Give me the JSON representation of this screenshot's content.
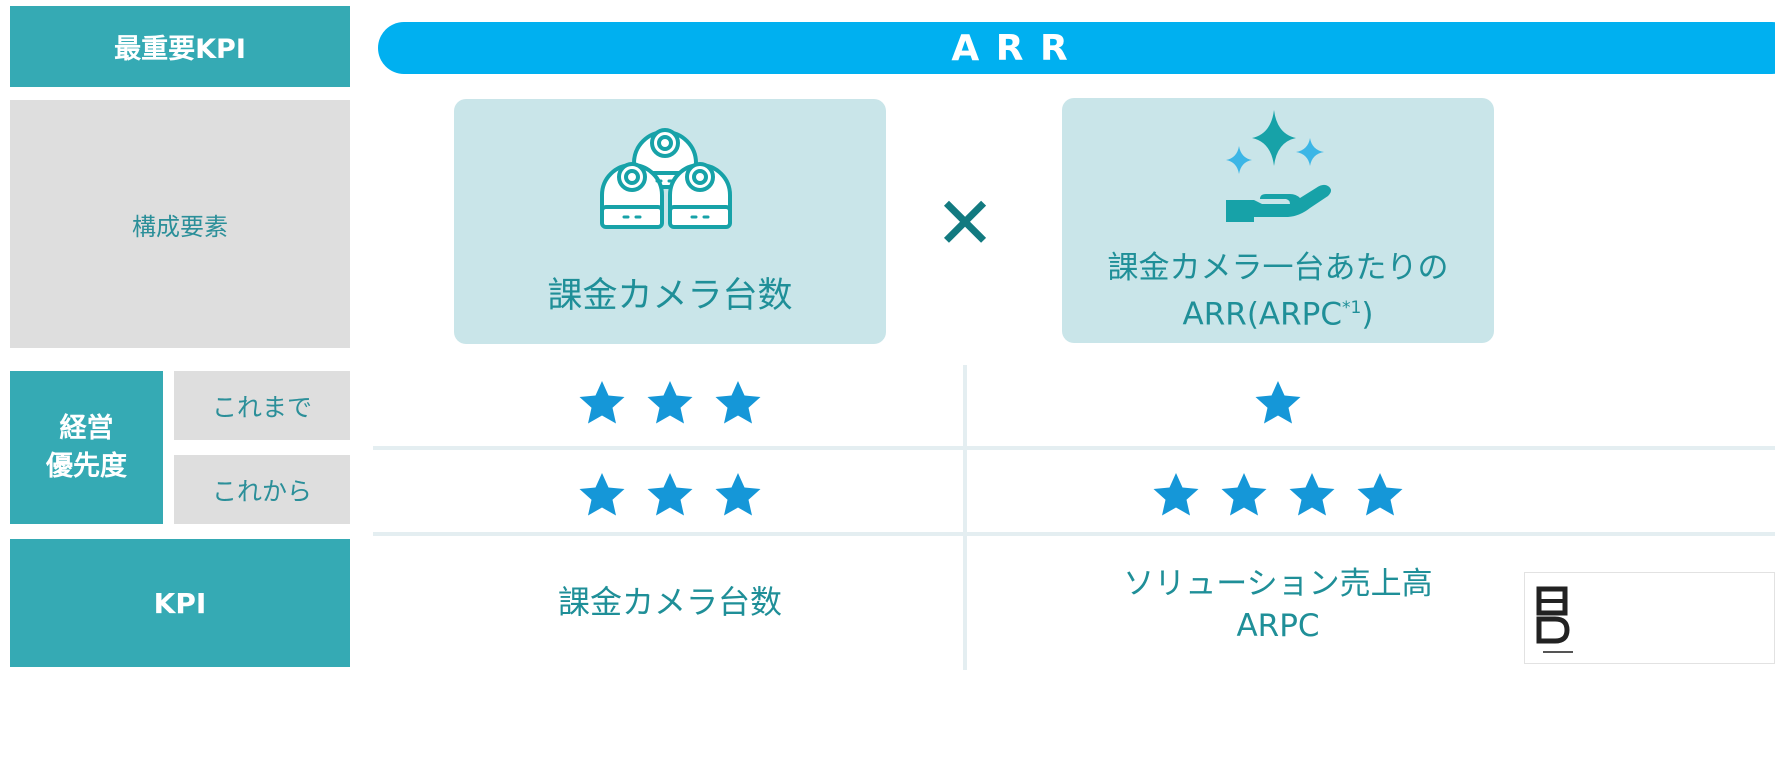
{
  "left": {
    "most_important_kpi": "最重要KPI",
    "components": "構成要素",
    "priority_label": "経営\n優先度",
    "until_now": "これまで",
    "from_now": "これから",
    "kpi": "KPI"
  },
  "header": {
    "arr": "A R R"
  },
  "components": {
    "left_label": "課金カメラ台数",
    "operator": "✕",
    "right_label_line1": "課金カメラ一台あたりの",
    "right_label_line2_prefix": "ARR(ARPC",
    "right_label_sup": "*1",
    "right_label_line2_suffix": ")"
  },
  "priority": {
    "until_now": {
      "left_stars": 3,
      "right_stars": 1
    },
    "from_now": {
      "left_stars": 3,
      "right_stars": 4
    }
  },
  "kpi": {
    "left": "課金カメラ台数",
    "right_line1": "ソリューション売上高",
    "right_line2": "ARPC"
  },
  "colors": {
    "teal": "#35aab4",
    "banner_blue": "#00b0f0",
    "star_blue": "#1597d8",
    "panel": "#c9e5e9",
    "gray": "#dedede"
  },
  "icons": {
    "left_panel": "camera-cluster-icon",
    "right_panel": "sparkle-hand-icon",
    "corner": "logo-icon"
  }
}
